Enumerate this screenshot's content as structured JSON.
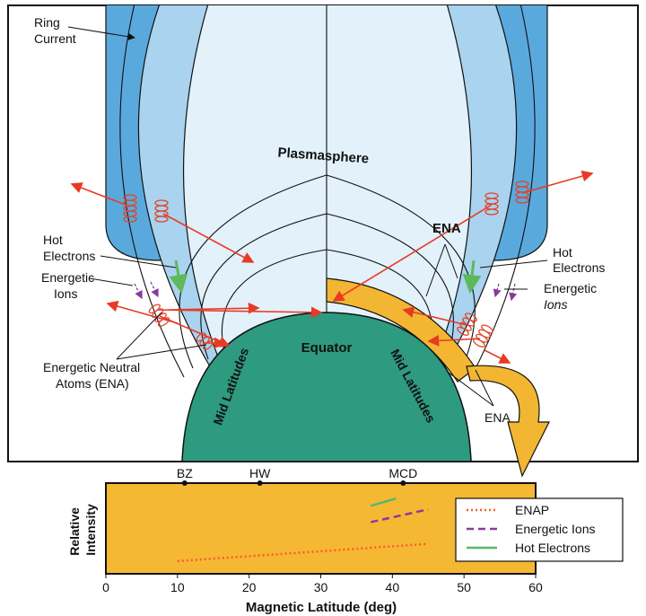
{
  "diagram": {
    "labels": {
      "ring_current": [
        "Ring",
        "Current"
      ],
      "plasmasphere": "Plasmasphere",
      "ena": "ENA",
      "ena_bottom": "ENA",
      "hot_electrons_left": [
        "Hot",
        "Electrons"
      ],
      "energetic_ions_left": [
        "Energetic",
        "Ions"
      ],
      "ena_full_left": [
        "Energetic Neutral",
        "Atoms (ENA)"
      ],
      "hot_electrons_right": [
        "Hot",
        "Electrons"
      ],
      "energetic_ions_right": [
        "Energetic",
        "Ions"
      ],
      "equator": "Equator",
      "mid_latitudes_left": "Mid Latitudes",
      "mid_latitudes_right": "Mid Latitudes"
    },
    "colors": {
      "ring_current": "#5aa9dd",
      "outer_shell": "#a9d3ef",
      "plasmasphere": "#e2f1fa",
      "earth": "#2e9a80",
      "ena_band": "#f2b632",
      "arrow": "#e83a24",
      "ion_arrow": "#8a3a9e",
      "electron_arrow": "#5fb85a",
      "coil": "#e0452a",
      "panel_bg": "#f5b833"
    }
  },
  "chart_data": {
    "type": "line",
    "xlabel": "Magnetic Latitude (deg)",
    "ylabel": [
      "Relative",
      "Intensity"
    ],
    "x_ticks": [
      0,
      10,
      20,
      30,
      40,
      50,
      60
    ],
    "xlim": [
      0,
      60
    ],
    "ylim": [
      0,
      1
    ],
    "markers": [
      {
        "label": "BZ",
        "x": 11
      },
      {
        "label": "HW",
        "x": 21.5
      },
      {
        "label": "MCD",
        "x": 41.5
      }
    ],
    "series": [
      {
        "name": "ENAP",
        "style": "dotted",
        "color": "#ff5a2a",
        "x": [
          10,
          45
        ],
        "y": [
          0.14,
          0.33
        ]
      },
      {
        "name": "Energetic Ions",
        "style": "dashed",
        "color": "#8a3a9e",
        "x": [
          37,
          45
        ],
        "y": [
          0.57,
          0.71
        ]
      },
      {
        "name": "Hot Electrons",
        "style": "solid",
        "color": "#58b86a",
        "x": [
          37,
          40.5
        ],
        "y": [
          0.75,
          0.83
        ]
      }
    ]
  }
}
